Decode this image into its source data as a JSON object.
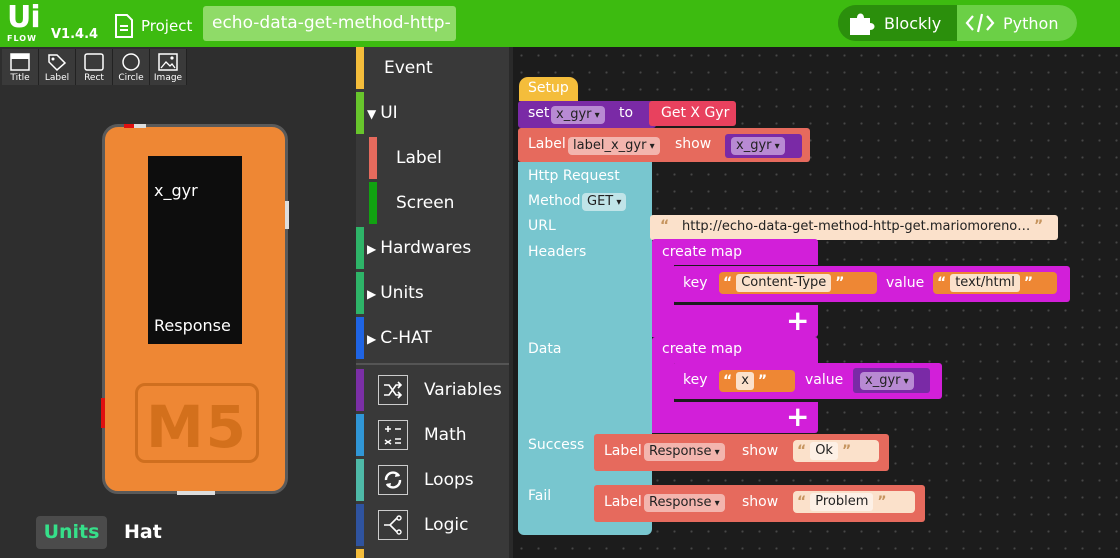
{
  "app": {
    "logo_text": "Ui",
    "logo_sub": "FLOW",
    "version": "V1.4.4",
    "project_label": "Project",
    "filename": "echo-data-get-method-http-",
    "mode_blockly": "Blockly",
    "mode_python": "Python"
  },
  "tools": [
    {
      "label": "Title",
      "icon": "title-icon"
    },
    {
      "label": "Label",
      "icon": "tag-icon"
    },
    {
      "label": "Rect",
      "icon": "rect-icon"
    },
    {
      "label": "Circle",
      "icon": "circle-icon"
    },
    {
      "label": "Image",
      "icon": "image-icon"
    }
  ],
  "device": {
    "label_top": "x_gyr",
    "label_bottom": "Response",
    "logo": "M5"
  },
  "bottom_tabs": {
    "units": "Units",
    "hat": "Hat"
  },
  "categories": {
    "event": "Event",
    "ui": "UI",
    "label": "Label",
    "screen": "Screen",
    "hardwares": "Hardwares",
    "units": "Units",
    "chat": "C-HAT",
    "variables": "Variables",
    "math": "Math",
    "loops": "Loops",
    "logic": "Logic"
  },
  "colors": {
    "topbar": "#3dbb10",
    "event": "#f4bd3b",
    "ui": "#68c52c",
    "label": "#e66a5d",
    "screen": "#11a211",
    "hardwares": "#2eb468",
    "units": "#2eb468",
    "chat": "#1f64e3",
    "variables": "#7b2fa6",
    "math": "#3096d6",
    "loops": "#4eb9a7",
    "logic": "#2f539f"
  },
  "blocks": {
    "setup": "Setup",
    "set_kw": "set",
    "set_var": "x_gyr",
    "to_kw": "to",
    "get_x_gyr": "Get X Gyr",
    "label_kw": "Label",
    "label_name1": "label_x_gyr",
    "show_kw": "show",
    "show_var1": "x_gyr",
    "http_request": "Http Request",
    "method_kw": "Method",
    "method_val": "GET",
    "url_kw": "URL",
    "url_val": "http://echo-data-get-method-http-get.mariomoreno…",
    "headers_kw": "Headers",
    "create_map": "create map",
    "key_kw": "key",
    "header_key": "Content-Type",
    "value_kw": "value",
    "header_value": "text/html",
    "data_kw": "Data",
    "data_key": "x",
    "data_value_var": "x_gyr",
    "success_kw": "Success",
    "response_label": "Response",
    "success_text": "Ok",
    "fail_kw": "Fail",
    "fail_text": "Problem",
    "plus": "+"
  }
}
